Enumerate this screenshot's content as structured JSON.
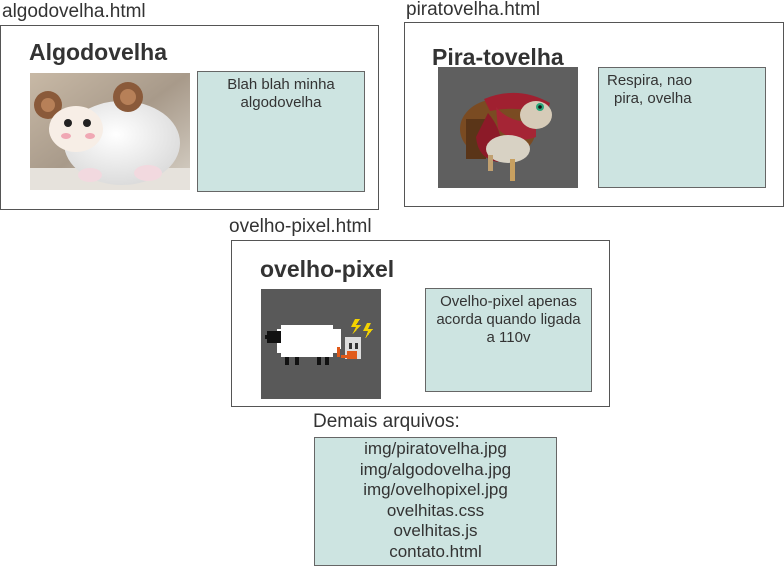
{
  "pages": [
    {
      "filename": "algodovelha.html",
      "title": "Algodovelha",
      "description": [
        "Blah blah minha",
        "algodovelha"
      ],
      "image_icon": "plush-sheep-image"
    },
    {
      "filename": "piratovelha.html",
      "title": "Pira-tovelha",
      "description": [
        "Respira, nao",
        "pira, ovelha"
      ],
      "image_icon": "pirate-sheep-image"
    },
    {
      "filename": "ovelho-pixel.html",
      "title": "ovelho-pixel",
      "description": [
        "Ovelho-pixel apenas",
        "acorda quando ligada",
        "a 110v"
      ],
      "image_icon": "pixel-sheep-image"
    }
  ],
  "other_files": {
    "heading": "Demais arquivos:",
    "items": [
      "img/piratovelha.jpg",
      "img/algodovelha.jpg",
      "img/ovelhopixel.jpg",
      "ovelhitas.css",
      "ovelhitas.js",
      "contato.html"
    ]
  },
  "colors": {
    "box_fill": "#cde4e1",
    "border": "#555555",
    "text": "#333333"
  }
}
